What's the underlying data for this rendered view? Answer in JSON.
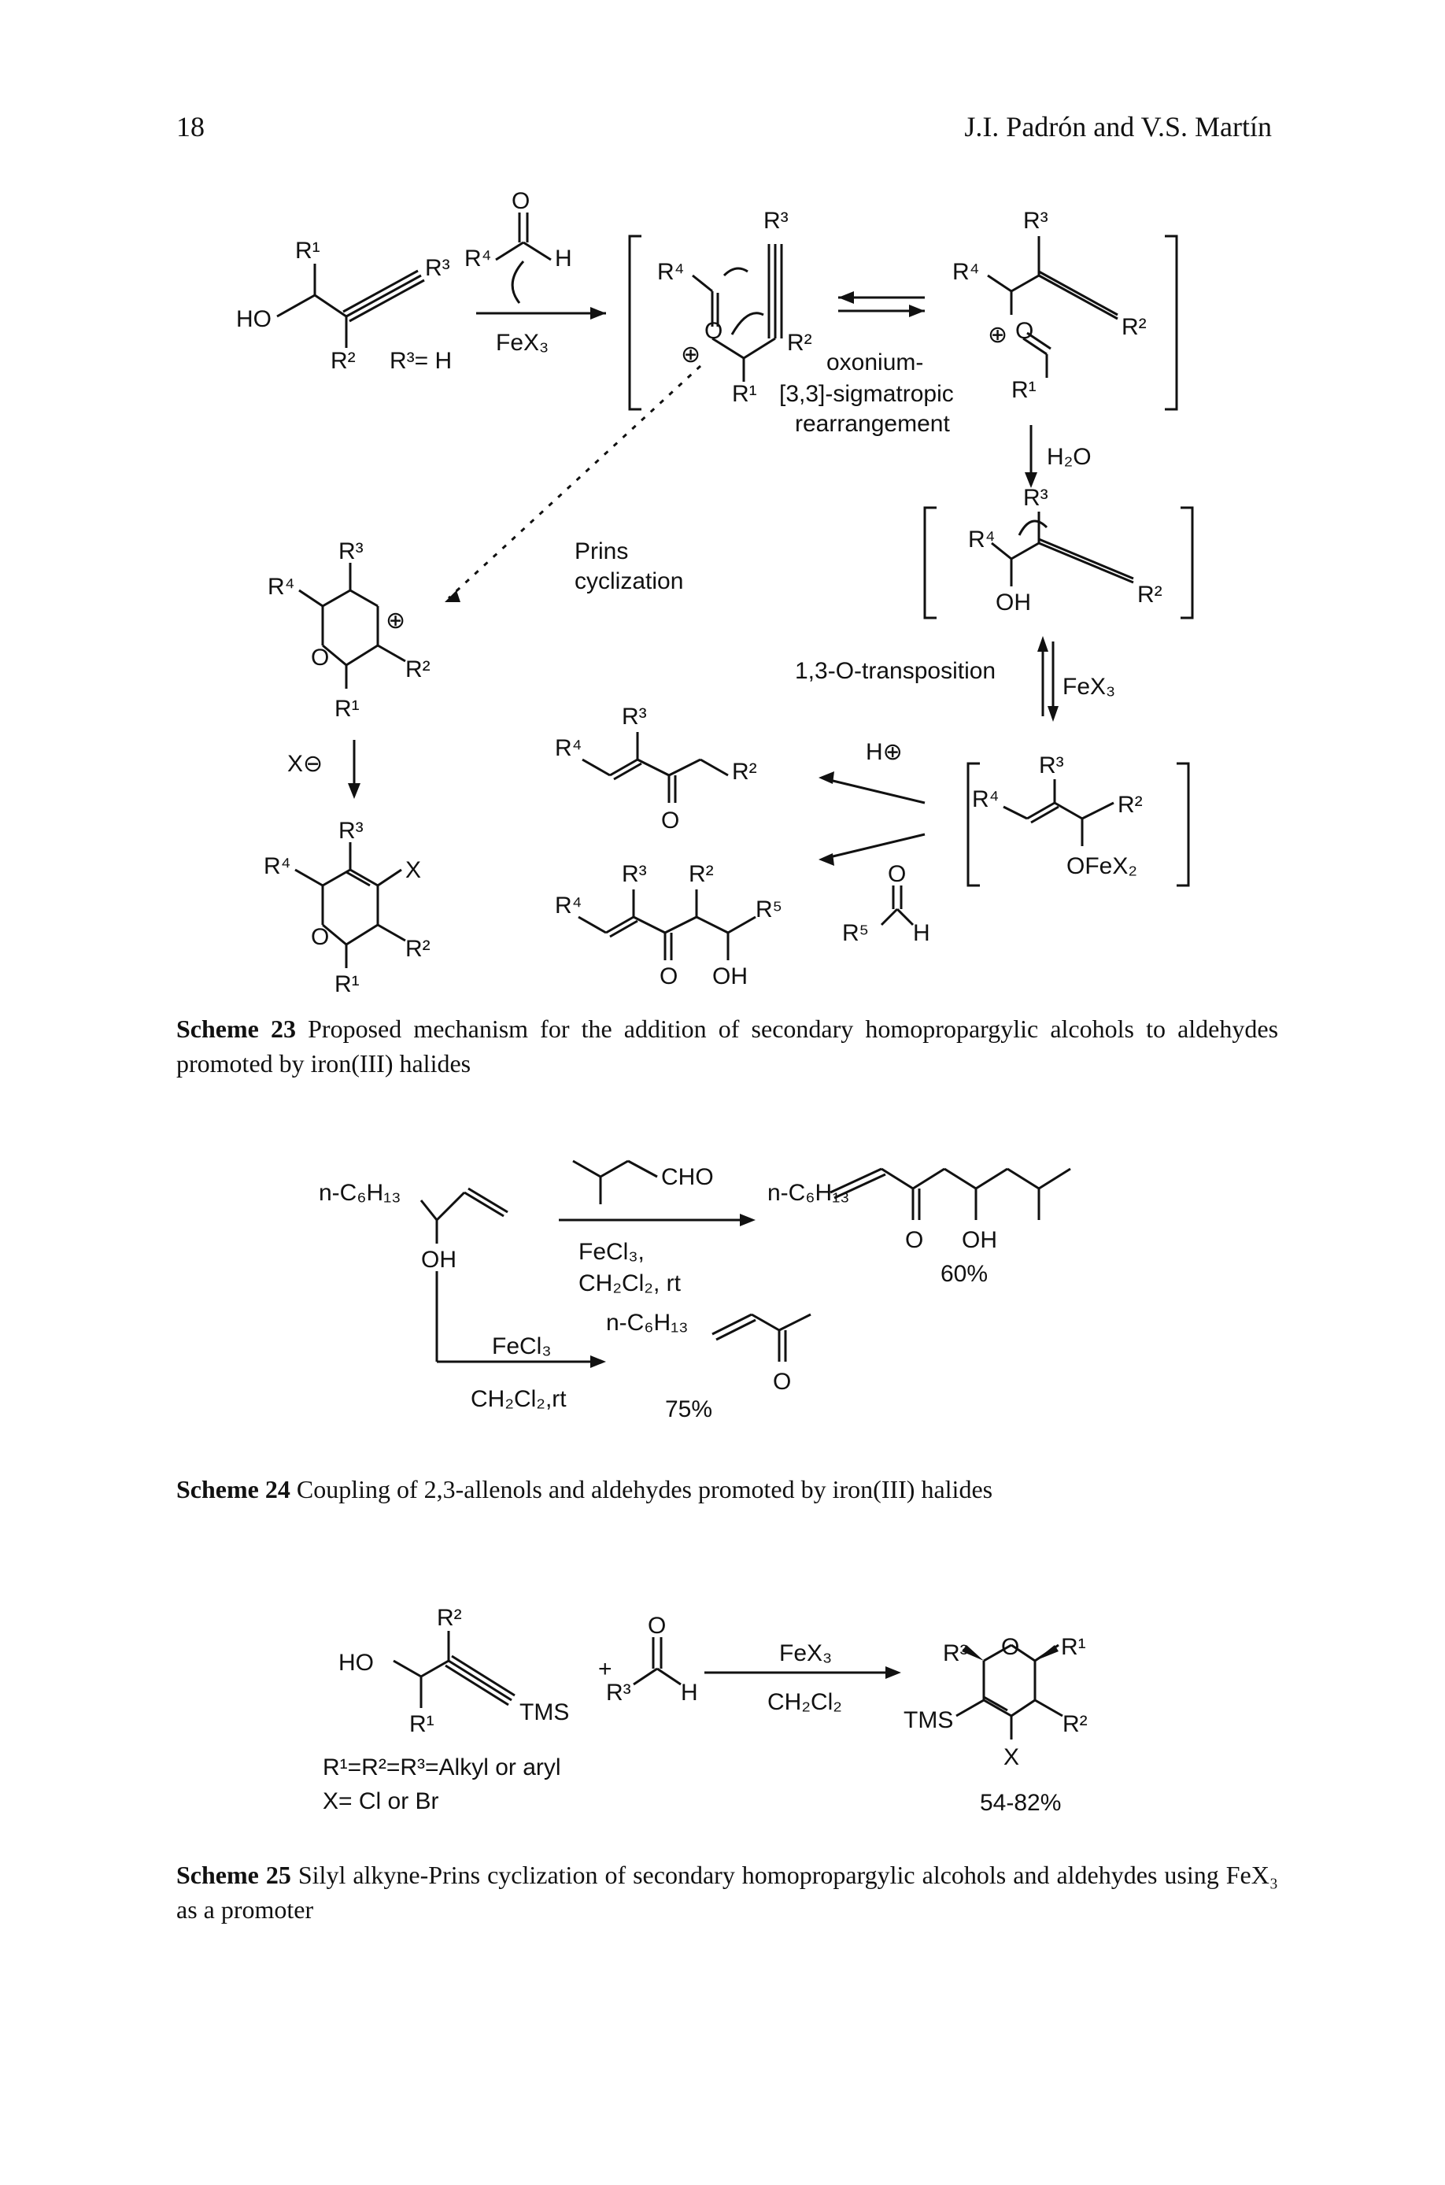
{
  "header": {
    "page_number": "18",
    "running_head": "J.I. Padrón and V.S. Martín"
  },
  "scheme23": {
    "caption_label": "Scheme 23",
    "caption_text": "Proposed mechanism for the addition of secondary homopropargylic alcohols to aldehydes promoted by iron(III) halides",
    "lbl_ho": "HO",
    "lbl_r3h": "R³= H",
    "lbl_fex3": "FeX₃",
    "lbl_h2o": "H₂O",
    "lbl_oxonium": "oxonium-",
    "lbl_sigma": "[3,3]-sigmatropic",
    "lbl_rearr": "rearrangement",
    "lbl_prins1": "Prins",
    "lbl_prins2": "cyclization",
    "lbl_oh": "OH",
    "lbl_transpos": "1,3-O-transposition",
    "lbl_fex3b": "FeX₃",
    "lbl_hplus": "H⊕",
    "lbl_ofex2": "OFeX₂",
    "lbl_o": "O",
    "lbl_x": "X",
    "lbl_xminus": "X⊖",
    "lbl_r1": "R¹",
    "lbl_r2": "R²",
    "lbl_r3": "R³",
    "lbl_r4": "R⁴",
    "lbl_r5": "R⁵",
    "lbl_h": "H",
    "lbl_plus": "⊕"
  },
  "scheme24": {
    "caption_label": "Scheme 24",
    "caption_text": "Coupling of 2,3-allenols and aldehydes promoted by iron(III) halides",
    "lbl_hexyl": "n-C₆H₁₃",
    "lbl_oh": "OH",
    "lbl_cho": "CHO",
    "lbl_fecl3": "FeCl₃,",
    "lbl_ch2cl2rt": "CH₂Cl₂, rt",
    "lbl_fecl3b": "FeCl₃",
    "lbl_ch2cl2rt2": "CH₂Cl₂,rt",
    "lbl_o": "O",
    "yield_top": "60%",
    "yield_bottom": "75%"
  },
  "scheme25": {
    "caption_label": "Scheme 25",
    "caption_text": "Silyl alkyne-Prins cyclization of secondary homopropargylic alcohols and aldehydes using FeX₃ as a promoter",
    "lbl_ho": "HO",
    "lbl_tms": "TMS",
    "lbl_plus": "+",
    "lbl_r1": "R¹",
    "lbl_r2": "R²",
    "lbl_r3": "R³",
    "lbl_h": "H",
    "lbl_o": "O",
    "lbl_x": "X",
    "lbl_fex3": "FeX₃",
    "lbl_ch2cl2": "CH₂Cl₂",
    "cond1": "R¹=R²=R³=Alkyl or aryl",
    "cond2": "X= Cl or Br",
    "yield": "54-82%"
  }
}
